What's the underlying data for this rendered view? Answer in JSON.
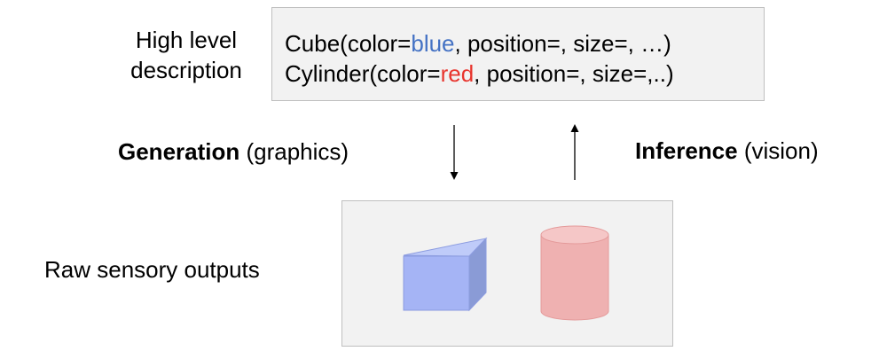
{
  "high_level_label": {
    "line1": "High level",
    "line2": "description"
  },
  "description": {
    "line1": {
      "prefix": "Cube(color=",
      "color_word": "blue",
      "suffix": ", position=, size=, …)"
    },
    "line2": {
      "prefix": "Cylinder(color=",
      "color_word": "red",
      "suffix": ", position=, size=,..)"
    }
  },
  "generation": {
    "bold": "Generation",
    "rest": " (graphics)",
    "direction": "down"
  },
  "inference": {
    "bold": "Inference",
    "rest": " (vision)",
    "direction": "up"
  },
  "raw_label": "Raw sensory outputs",
  "scene": {
    "objects": [
      {
        "shape": "cube",
        "color_name": "blue"
      },
      {
        "shape": "cylinder",
        "color_name": "red"
      }
    ]
  },
  "colors": {
    "blue_text": "#4472c4",
    "red_text": "#e8352e",
    "cube_front": "#a5b4f5",
    "cube_top": "#bfcbf9",
    "cube_side": "#8a9bd6",
    "cube_edge": "#8c9ce0",
    "cylinder_body": "#efb1b1",
    "cylinder_top": "#f5c7c7",
    "cylinder_edge": "#e49a9a",
    "panel_fill": "#f2f2f2",
    "panel_border": "#bfbfbf"
  }
}
